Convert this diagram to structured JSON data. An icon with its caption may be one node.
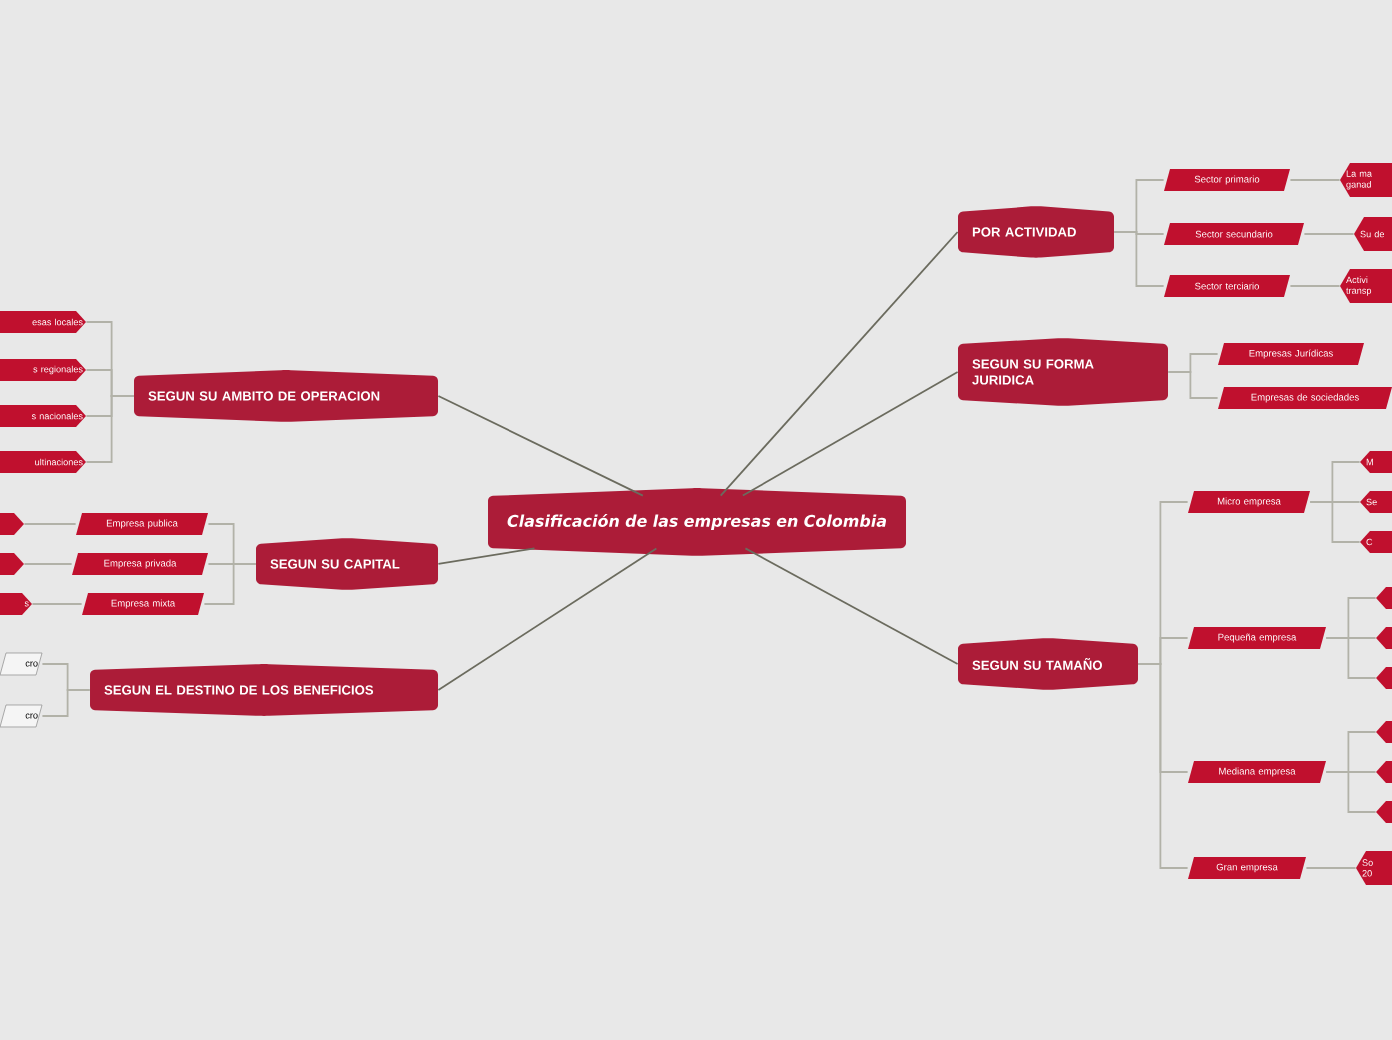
{
  "diagram": {
    "nodes": [
      {
        "text": [
          "Clasificación de las empresas en Colombia"
        ]
      },
      {
        "text": [
          "POR ACTIVIDAD"
        ]
      },
      {
        "text": [
          "Sector primario"
        ]
      },
      {
        "text": [
          "Sector secundario"
        ]
      },
      {
        "text": [
          "Sector terciario"
        ]
      },
      {
        "text": [
          "La ma ganad"
        ]
      },
      {
        "text": [
          "Su de"
        ]
      },
      {
        "text": [
          "Activi transp"
        ]
      },
      {
        "text": [
          "SEGUN SU FORMA JURIDICA"
        ]
      },
      {
        "text": [
          "Empresas Jurídicas"
        ]
      },
      {
        "text": [
          "Empresas de sociedades"
        ]
      },
      {
        "text": [
          "SEGUN SU TAMAÑO"
        ]
      },
      {
        "text": [
          "Micro empresa"
        ]
      },
      {
        "text": [
          "M"
        ]
      },
      {
        "text": [
          "Se"
        ]
      },
      {
        "text": [
          "C"
        ]
      },
      {
        "text": [
          "Pequeña empresa"
        ]
      },
      {
        "text": [],
        "shape": "hexagon"
      },
      {
        "text": [],
        "shape": "hexagon"
      },
      {
        "text": [],
        "shape": "hexagon"
      },
      {
        "text": [
          "Mediana empresa"
        ]
      },
      {
        "text": [],
        "shape": "hexagon"
      },
      {
        "text": [],
        "shape": "hexagon"
      },
      {
        "text": [],
        "shape": "hexagon"
      },
      {
        "text": [
          "Gran empresa"
        ]
      },
      {
        "text": [
          "So 20"
        ]
      },
      {
        "text": [
          "SEGUN SU AMBITO DE OPERACION"
        ]
      },
      {
        "text": [
          "esas locales"
        ]
      },
      {
        "text": [
          "s regionales"
        ]
      },
      {
        "text": [
          "s nacionales"
        ]
      },
      {
        "text": [
          "ultinaciones"
        ]
      },
      {
        "text": [
          "SEGUN SU CAPITAL"
        ]
      },
      {
        "text": [
          "Empresa publica"
        ]
      },
      {
        "text": [
          "Empresa privada"
        ]
      },
      {
        "text": [
          "Empresa mixta"
        ]
      },
      {
        "text": [],
        "shape": "hexagon"
      },
      {
        "text": [],
        "shape": "hexagon"
      },
      {
        "text": [
          "s"
        ]
      },
      {
        "text": [
          "SEGUN EL DESTINO DE LOS BENEFICIOS"
        ]
      },
      {
        "text": [
          "cro"
        ]
      },
      {
        "text": [
          "cro"
        ]
      }
    ],
    "edges": [
      {
        "from": 0,
        "to": 1,
        "arrow": "none",
        "color": "#6b6b5e"
      },
      {
        "from": 1,
        "to": 2,
        "arrow": "none"
      },
      {
        "from": 1,
        "to": 3,
        "arrow": "none"
      },
      {
        "from": 1,
        "to": 4,
        "arrow": "none"
      },
      {
        "from": 2,
        "to": 5,
        "arrow": "none"
      },
      {
        "from": 3,
        "to": 6,
        "arrow": "none"
      },
      {
        "from": 4,
        "to": 7,
        "arrow": "none"
      },
      {
        "from": 0,
        "to": 8,
        "arrow": "none",
        "color": "#6b6b5e"
      },
      {
        "from": 8,
        "to": 9,
        "arrow": "none"
      },
      {
        "from": 8,
        "to": 10,
        "arrow": "none"
      },
      {
        "from": 0,
        "to": 11,
        "arrow": "none",
        "color": "#6b6b5e"
      },
      {
        "from": 11,
        "to": 12,
        "arrow": "none"
      },
      {
        "from": 12,
        "to": 13,
        "arrow": "none"
      },
      {
        "from": 12,
        "to": 14,
        "arrow": "none"
      },
      {
        "from": 12,
        "to": 15,
        "arrow": "none"
      },
      {
        "from": 11,
        "to": 16,
        "arrow": "none"
      },
      {
        "from": 16,
        "to": 17,
        "arrow": "none"
      },
      {
        "from": 16,
        "to": 18,
        "arrow": "none"
      },
      {
        "from": 16,
        "to": 19,
        "arrow": "none"
      },
      {
        "from": 11,
        "to": 20,
        "arrow": "none"
      },
      {
        "from": 20,
        "to": 21,
        "arrow": "none"
      },
      {
        "from": 20,
        "to": 22,
        "arrow": "none"
      },
      {
        "from": 20,
        "to": 23,
        "arrow": "none"
      },
      {
        "from": 11,
        "to": 24,
        "arrow": "none"
      },
      {
        "from": 24,
        "to": 25,
        "arrow": "none"
      },
      {
        "from": 0,
        "to": 26,
        "arrow": "none",
        "color": "#6b6b5e"
      },
      {
        "from": 26,
        "to": 27,
        "arrow": "none"
      },
      {
        "from": 26,
        "to": 28,
        "arrow": "none"
      },
      {
        "from": 26,
        "to": 29,
        "arrow": "none"
      },
      {
        "from": 26,
        "to": 30,
        "arrow": "none"
      },
      {
        "from": 0,
        "to": 31,
        "arrow": "none",
        "color": "#6b6b5e"
      },
      {
        "from": 31,
        "to": 32,
        "arrow": "none"
      },
      {
        "from": 31,
        "to": 33,
        "arrow": "none"
      },
      {
        "from": 31,
        "to": 34,
        "arrow": "none"
      },
      {
        "from": 32,
        "to": 35,
        "arrow": "none"
      },
      {
        "from": 33,
        "to": 36,
        "arrow": "none"
      },
      {
        "from": 34,
        "to": 37,
        "arrow": "none"
      },
      {
        "from": 0,
        "to": 38,
        "arrow": "none",
        "color": "#6b6b5e"
      },
      {
        "from": 38,
        "to": 39,
        "arrow": "none"
      },
      {
        "from": 38,
        "to": 40,
        "arrow": "none"
      }
    ]
  }
}
